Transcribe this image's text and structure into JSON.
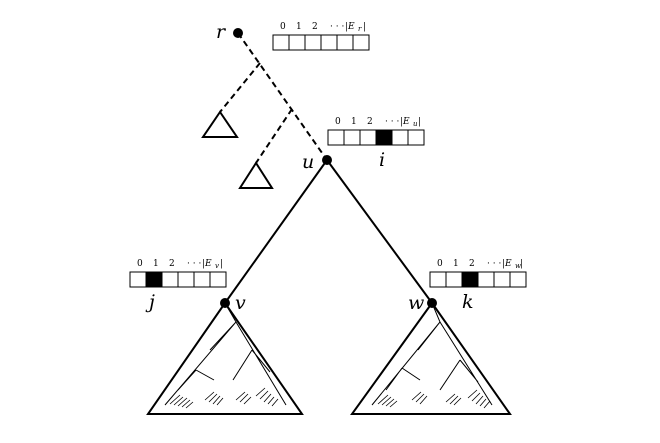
{
  "nodes": {
    "r": {
      "label": "r"
    },
    "u": {
      "label": "u"
    },
    "v": {
      "label": "v"
    },
    "w": {
      "label": "w"
    }
  },
  "arrays": {
    "r": {
      "headers": [
        "0",
        "1",
        "2",
        "· · ·",
        "|E",
        "r",
        "|"
      ],
      "cells": 6,
      "filled": -1,
      "pointer": ""
    },
    "u": {
      "headers": [
        "0",
        "1",
        "2",
        "· · ·",
        "|E",
        "u",
        "|"
      ],
      "cells": 6,
      "filled": 3,
      "pointer": "i"
    },
    "v": {
      "headers": [
        "0",
        "1",
        "2",
        "· · ·",
        "|E",
        "v",
        "|"
      ],
      "cells": 6,
      "filled": 1,
      "pointer": "j"
    },
    "w": {
      "headers": [
        "0",
        "1",
        "2",
        "· · ·",
        "|E",
        "w",
        "|"
      ],
      "cells": 6,
      "filled": 2,
      "pointer": "k"
    }
  }
}
